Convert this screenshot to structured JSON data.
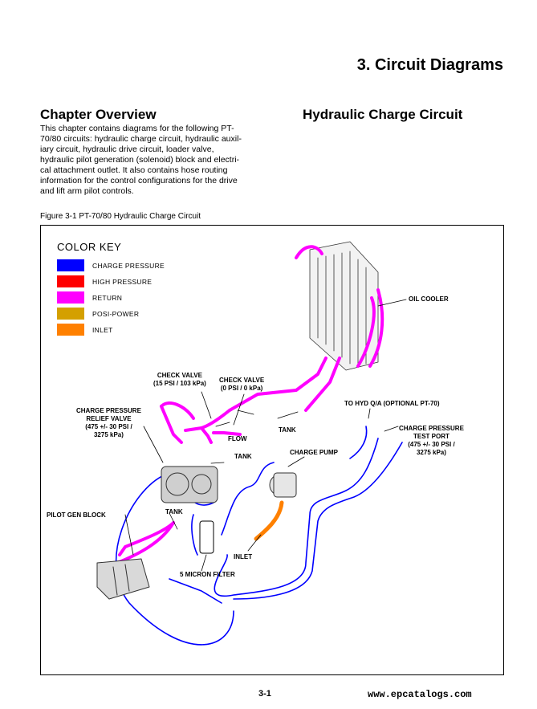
{
  "chapter_title": "3. Circuit Diagrams",
  "overview": {
    "heading": "Chapter Overview",
    "lines": [
      "This chapter contains diagrams for the following PT-",
      "70/80 circuits: hydraulic charge circuit, hydraulic auxil-",
      "iary circuit, hydraulic drive circuit, loader valve,",
      "hydraulic pilot generation (solenoid) block and electri-",
      "cal attachment outlet. It also contains hose routing",
      "information for the control configurations for the drive",
      "and lift arm pilot controls."
    ]
  },
  "section_heading": "Hydraulic Charge Circuit",
  "figure_caption": "Figure 3-1  PT-70/80 Hydraulic Charge Circuit",
  "color_key": {
    "title": "COLOR KEY",
    "items": [
      {
        "label": "CHARGE PRESSURE",
        "color": "#0000ff"
      },
      {
        "label": "HIGH PRESSURE",
        "color": "#ff0000"
      },
      {
        "label": "RETURN",
        "color": "#ff00ff"
      },
      {
        "label": "POSI-POWER",
        "color": "#d4a000"
      },
      {
        "label": "INLET",
        "color": "#ff8000"
      }
    ]
  },
  "labels": {
    "oil_cooler": "OIL COOLER",
    "check_valve_1": [
      "CHECK VALVE",
      "(15 PSI / 103 kPa)"
    ],
    "check_valve_2": [
      "CHECK VALVE",
      "(0 PSI / 0 kPa)"
    ],
    "to_hyd": "TO HYD Q/A (OPTIONAL PT-70)",
    "relief_valve": [
      "CHARGE PRESSURE",
      "RELIEF VALVE",
      "(475 +/- 30 PSI /",
      "3275 kPa)"
    ],
    "tank_1": "TANK",
    "flow": "FLOW",
    "tank_2": "TANK",
    "charge_pump": "CHARGE PUMP",
    "test_port": [
      "CHARGE PRESSURE",
      "TEST PORT",
      "(475 +/- 30 PSI /",
      "3275 kPa)"
    ],
    "pilot_gen": "PILOT GEN BLOCK",
    "tank_3": "TANK",
    "inlet": "INLET",
    "filter": "5 MICRON FILTER"
  },
  "page_number": "3-1",
  "watermark": "www.epcatalogs.com"
}
